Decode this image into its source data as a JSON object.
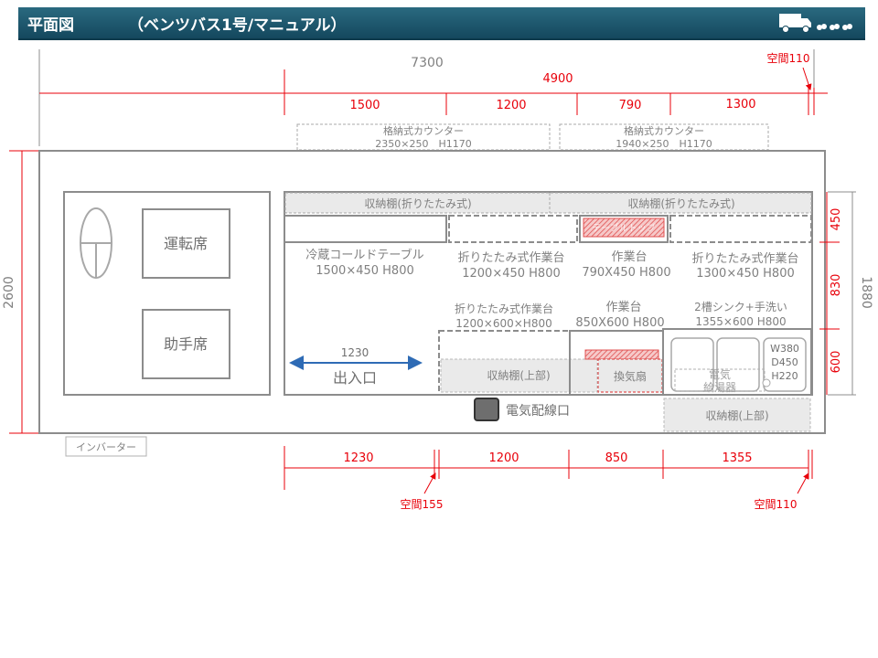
{
  "header": {
    "title": "平面図",
    "subtitle": "（ベンツバス1号/マニュアル）",
    "logo_icon": "truck-icon"
  },
  "dimensions": {
    "total_length": "7300",
    "total_width": "2600",
    "body_length": "4900",
    "top_gap": "空間110",
    "top_segments": [
      "1500",
      "1200",
      "790",
      "1300"
    ],
    "right_total": "1880",
    "right_segments": [
      "450",
      "830",
      "600"
    ],
    "bottom_segments": [
      "1230",
      "1200",
      "850",
      "1355"
    ],
    "bottom_gap_left": "空間155",
    "bottom_gap_right": "空間110"
  },
  "counters": [
    {
      "name": "格納式カウンター",
      "size": "2350×250　H1170"
    },
    {
      "name": "格納式カウンター",
      "size": "1940×250　H1170"
    }
  ],
  "shelves_top": [
    "収納棚(折りたたみ式)",
    "収納棚(折りたたみ式)"
  ],
  "cab": {
    "driver": "運転席",
    "passenger": "助手席"
  },
  "upper_units": [
    {
      "name": "冷蔵コールドテーブル",
      "size": "1500×450  H800"
    },
    {
      "name": "折りたたみ式作業台",
      "size": "1200×450  H800"
    },
    {
      "name": "作業台",
      "size": "790X450  H800"
    },
    {
      "name": "折りたたみ式作業台",
      "size": "1300×450  H800"
    }
  ],
  "hatched_label": "テーブルトップ",
  "lower_units": [
    {
      "name": "折りたたみ式作業台",
      "size": "1200×600×H800"
    },
    {
      "name": "作業台",
      "size": "850X600  H800"
    },
    {
      "name": "2槽シンク+手洗い",
      "size": "1355×600  H800"
    }
  ],
  "entrance": {
    "width": "1230",
    "label": "出入口"
  },
  "shelf_upper_1": "収納棚(上部)",
  "shelf_upper_2": "収納棚(上部)",
  "vent_fan": "換気扇",
  "water_heater": [
    "電気",
    "給湯器"
  ],
  "sink_dims": [
    "W380",
    "D450",
    "H220"
  ],
  "electric_outlet": "電気配線口",
  "inverter": "インバーター",
  "colors": {
    "header": "#1e5a70",
    "dimension": "#e8000a",
    "arrow": "#2e6bb5",
    "line": "#8c8c8c"
  }
}
